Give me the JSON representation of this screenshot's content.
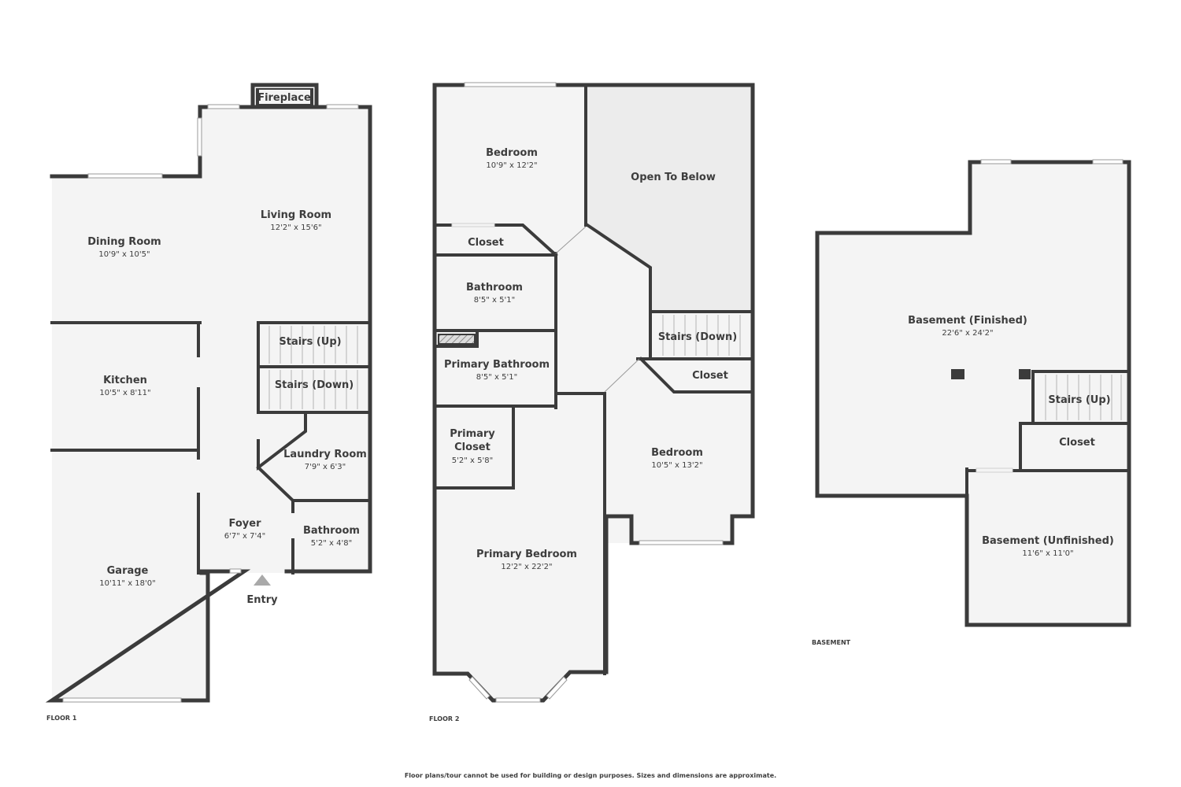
{
  "floors": {
    "floor1": {
      "label": "FLOOR 1",
      "rooms": {
        "fireplace": {
          "name": "Fireplace"
        },
        "living_room": {
          "name": "Living Room",
          "dims": "12'2\" x 15'6\""
        },
        "dining_room": {
          "name": "Dining Room",
          "dims": "10'9\" x 10'5\""
        },
        "kitchen": {
          "name": "Kitchen",
          "dims": "10'5\" x 8'11\""
        },
        "stairs_up": {
          "name": "Stairs (Up)"
        },
        "stairs_down": {
          "name": "Stairs (Down)"
        },
        "laundry_room": {
          "name": "Laundry Room",
          "dims": "7'9\" x 6'3\""
        },
        "foyer": {
          "name": "Foyer",
          "dims": "6'7\" x 7'4\""
        },
        "bathroom": {
          "name": "Bathroom",
          "dims": "5'2\" x 4'8\""
        },
        "garage": {
          "name": "Garage",
          "dims": "10'11\" x 18'0\""
        }
      },
      "entry_label": "Entry"
    },
    "floor2": {
      "label": "FLOOR 2",
      "rooms": {
        "bedroom_1": {
          "name": "Bedroom",
          "dims": "10'9\" x 12'2\""
        },
        "open_to_below": {
          "name": "Open To Below"
        },
        "closet_1": {
          "name": "Closet"
        },
        "bathroom": {
          "name": "Bathroom",
          "dims": "8'5\" x 5'1\""
        },
        "stairs_down": {
          "name": "Stairs (Down)"
        },
        "primary_bathroom": {
          "name": "Primary Bathroom",
          "dims": "8'5\" x 5'1\""
        },
        "closet_2": {
          "name": "Closet"
        },
        "primary_closet": {
          "name_line1": "Primary",
          "name_line2": "Closet",
          "dims": "5'2\" x 5'8\""
        },
        "bedroom_2": {
          "name": "Bedroom",
          "dims": "10'5\" x 13'2\""
        },
        "primary_bedroom": {
          "name": "Primary Bedroom",
          "dims": "12'2\" x 22'2\""
        }
      }
    },
    "basement": {
      "label": "BASEMENT",
      "rooms": {
        "finished": {
          "name": "Basement (Finished)",
          "dims": "22'6\" x 24'2\""
        },
        "stairs_up": {
          "name": "Stairs (Up)"
        },
        "closet": {
          "name": "Closet"
        },
        "unfinished": {
          "name": "Basement (Unfinished)",
          "dims": "11'6\" x 11'0\""
        }
      }
    }
  },
  "disclaimer": "Floor plans/tour cannot be used for building or design purposes. Sizes and dimensions are approximate."
}
